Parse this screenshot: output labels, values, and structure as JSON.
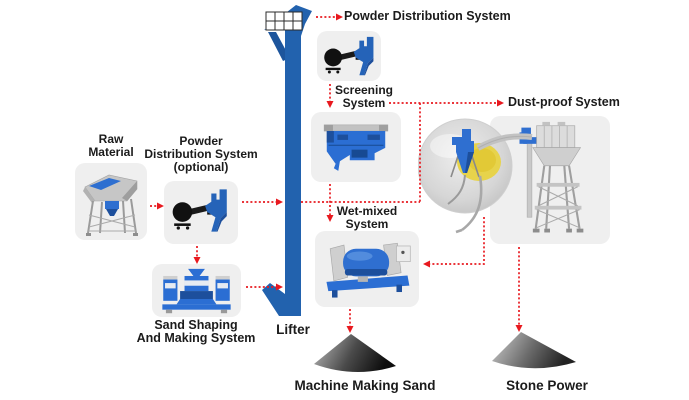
{
  "title": "Sand making production line flow diagram",
  "colors": {
    "background": "#ffffff",
    "accent_red": "#e8191f",
    "lifter_blue": "#2262ae",
    "machine_blue": "#2b6ed3",
    "machine_blue_dark": "#1d4f9c",
    "card_bg": "#efefef",
    "text": "#1b1b1b",
    "cone_dark": "#0d0d0d",
    "cone_light": "#c0c0c0",
    "cyclone_yellow": "#e7d34b"
  },
  "nodes": {
    "powder_top": {
      "label": "Powder Distribution System"
    },
    "raw_material": {
      "lines": [
        "Raw",
        "Material"
      ]
    },
    "powder_optional": {
      "lines": [
        "Powder",
        "Distribution System",
        "(optional)"
      ]
    },
    "screening": {
      "lines": [
        "Screening",
        "System"
      ]
    },
    "dust_proof": {
      "label": "Dust-proof System"
    },
    "wet_mixed": {
      "lines": [
        "Wet-mixed",
        "System"
      ]
    },
    "sand_shaping": {
      "lines": [
        "Sand Shaping",
        "And Making System"
      ]
    },
    "lifter": {
      "label": "Lifter"
    },
    "machine_making_sand": {
      "label": "Machine Making Sand"
    },
    "stone_power": {
      "label": "Stone Power"
    }
  },
  "connections": [
    {
      "from": "lifter",
      "to": "powder-distribution-system"
    },
    {
      "from": "powder-distribution-system",
      "to": "screening-system"
    },
    {
      "from": "screening-system",
      "to": "dust-proof-system"
    },
    {
      "from": "screening-system",
      "to": "wet-mixed-system"
    },
    {
      "from": "raw-material",
      "to": "powder-distribution-system-optional"
    },
    {
      "from": "powder-distribution-system-optional",
      "to": "sand-shaping-and-making-system"
    },
    {
      "from": "powder-distribution-system-optional",
      "to": "lifter"
    },
    {
      "from": "sand-shaping-and-making-system",
      "to": "lifter"
    },
    {
      "from": "dust-collector",
      "to": "wet-mixed-system"
    },
    {
      "from": "wet-mixed-system",
      "to": "machine-making-sand"
    },
    {
      "from": "dust-proof-system",
      "to": "stone-power"
    }
  ]
}
